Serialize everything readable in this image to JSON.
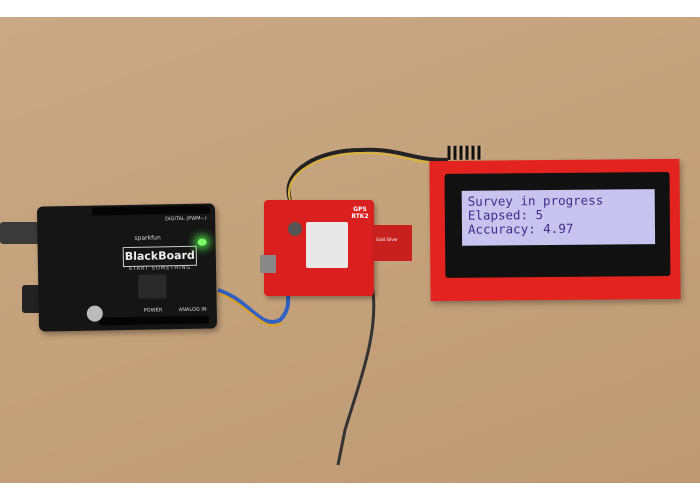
{
  "lcd": {
    "lines": [
      "Survey in progress",
      "Elapsed: 5",
      "Accuracy: 4.97"
    ]
  },
  "board": {
    "brand": "BlackBoard",
    "tagline": "START SOMETHING",
    "maker": "sparkfun",
    "labels": {
      "digital": "DIGITAL (PWM~)",
      "power": "POWER",
      "analog": "ANALOG IN"
    }
  },
  "gps": {
    "label": "GPS RTK2"
  },
  "antenna": {
    "label": "Gold Silver"
  }
}
